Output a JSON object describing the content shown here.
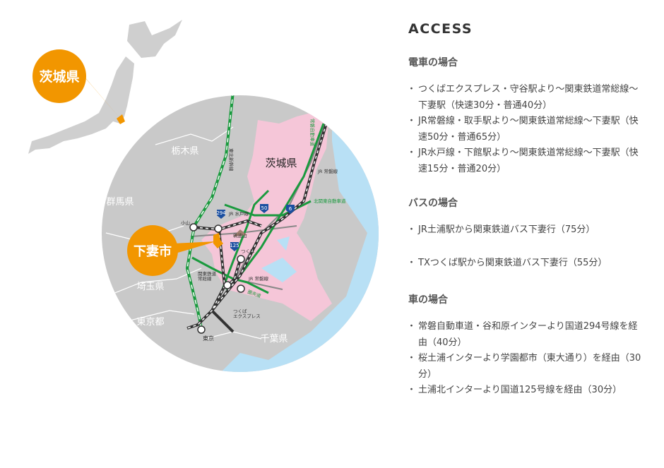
{
  "map": {
    "callout_prefecture": "茨城県",
    "callout_city": "下妻市",
    "labels": {
      "ibaraki": "茨城県",
      "tochigi": "栃木県",
      "gunma": "群馬県",
      "saitama": "埼玉県",
      "tokyo_pref": "東京都",
      "chiba": "千葉県",
      "tohoku_shinkansen": "東北新幹線",
      "joban_expressway": "常磐自動車道",
      "jr_joban_north": "JR 常磐線",
      "kita_kanto_expressway": "北関東自動車道",
      "jr_mito": "JR 水戸線",
      "oyama": "小山",
      "tsukubasan": "筑波山",
      "tsukuba": "つくば",
      "kanto_joso": "関東鉄道\n常総線",
      "jr_joban_south": "JR 常磐線",
      "ken_o_do": "圏央道",
      "tsukuba_express": "つくば\nエクスプレス",
      "tokyo_station": "東京"
    },
    "route_shields": [
      "294",
      "50",
      "6",
      "125"
    ],
    "colors": {
      "orange": "#f29600",
      "pink": "#f5c6d8",
      "sea": "#b8e0f5",
      "land": "#c9c9c9",
      "green": "#1a9a3e"
    }
  },
  "access": {
    "title": "ACCESS",
    "train": {
      "heading": "電車の場合",
      "items": [
        "つくばエクスプレス・守谷駅より〜関東鉄道常総線〜下妻駅（快速30分・普通40分）",
        "JR常磐線・取手駅より〜関東鉄道常総線〜下妻駅（快速50分・普通65分）",
        "JR水戸線・下館駅より〜関東鉄道常総線〜下妻駅（快速15分・普通20分）"
      ]
    },
    "bus": {
      "heading": "バスの場合",
      "items": [
        "JR土浦駅から関東鉄道バス下妻行（75分）",
        "TXつくば駅から関東鉄道バス下妻行（55分）"
      ]
    },
    "car": {
      "heading": "車の場合",
      "items": [
        "常磐自動車道・谷和原インターより国道294号線を経由（40分）",
        "桜土浦インターより学園都市（東大通り）を経由（30分）",
        "土浦北インターより国道125号線を経由（30分）"
      ]
    }
  }
}
